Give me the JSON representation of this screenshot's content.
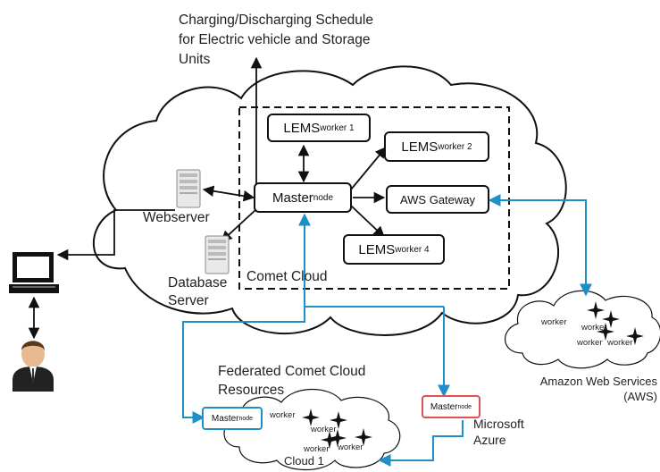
{
  "title": {
    "line1": "Charging/Discharging Schedule",
    "line2": "for Electric vehicle and Storage",
    "line3": "Units"
  },
  "nodes": {
    "lems_w1": {
      "main": "LEMS",
      "sub": "worker 1"
    },
    "lems_w2": {
      "main": "LEMS",
      "sub": "worker 2"
    },
    "lems_w4": {
      "main": "LEMS",
      "sub": "worker 4"
    },
    "master": {
      "main": "Master",
      "sub": "node"
    },
    "aws_gateway": "AWS Gateway",
    "master_cloud1": {
      "main": "Master",
      "sub": "node"
    },
    "master_azure": {
      "main": "Master",
      "sub": "node"
    }
  },
  "labels": {
    "webserver": "Webserver",
    "database_line1": "Database",
    "database_line2": "Server",
    "comet_cloud": "Comet Cloud",
    "federated_line1": "Federated Comet Cloud",
    "federated_line2": "Resources",
    "cloud1": "Cloud 1",
    "azure_line1": "Microsoft",
    "azure_line2": "Azure",
    "aws_line1": "Amazon Web Services",
    "aws_line2": "(AWS)",
    "worker": "worker"
  },
  "colors": {
    "blue_link": "#1f8fc8",
    "cloud1_border": "#1f8fc8",
    "azure_border": "#e05050",
    "black_link": "#111111"
  },
  "icons": [
    "server-icon",
    "database-server-icon",
    "computer-terminal-icon",
    "user-icon",
    "star-icon"
  ]
}
